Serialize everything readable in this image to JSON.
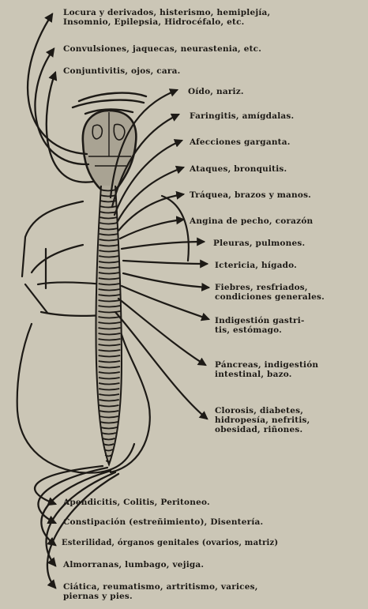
{
  "labels": {
    "locura_l1": "Locura y derivados, histerismo, hemiplejía,",
    "locura_l2": "Insomnio, Epilepsia, Hidrocéfalo, etc.",
    "convulsiones": "Convulsiones, jaquecas, neurastenia, etc.",
    "conjuntivitis": "Conjuntivitis, ojos, cara.",
    "oido": "Oído, nariz.",
    "faringitis": "Faringitis, amígdalas.",
    "afecciones": "Afecciones garganta.",
    "ataques": "Ataques, bronquitis.",
    "traquea": "Tráquea, brazos y manos.",
    "angina": "Angina de pecho, corazón",
    "pleuras": "Pleuras, pulmones.",
    "ictericia": "Ictericia, hígado.",
    "fiebres_l1": "Fiebres, resfriados,",
    "fiebres_l2": "condiciones generales.",
    "indigestion_l1": "Indigestión gastri-",
    "indigestion_l2": "tis, estómago.",
    "pancreas_l1": "Páncreas, indigestión",
    "pancreas_l2": "intestinal, bazo.",
    "clorosis_l1": "Clorosis, diabetes,",
    "clorosis_l2": "hidropesía, nefritis,",
    "clorosis_l3": "obesidad, riñones.",
    "apendicitis": "Apendicitis, Colitis, Peritoneo.",
    "constipacion": "Constipación (estreñimiento), Disentería.",
    "esterilidad": "Esterilidad, órganos genitales (ovarios, matriz)",
    "almorranas": "Almorranas, lumbago, vejiga.",
    "ciatica_l1": "Ciática, reumatismo, artritismo, varices,",
    "ciatica_l2": "piernas y pies."
  },
  "colors": {
    "background": "#cbc6b6",
    "ink": "#1d1a16"
  }
}
